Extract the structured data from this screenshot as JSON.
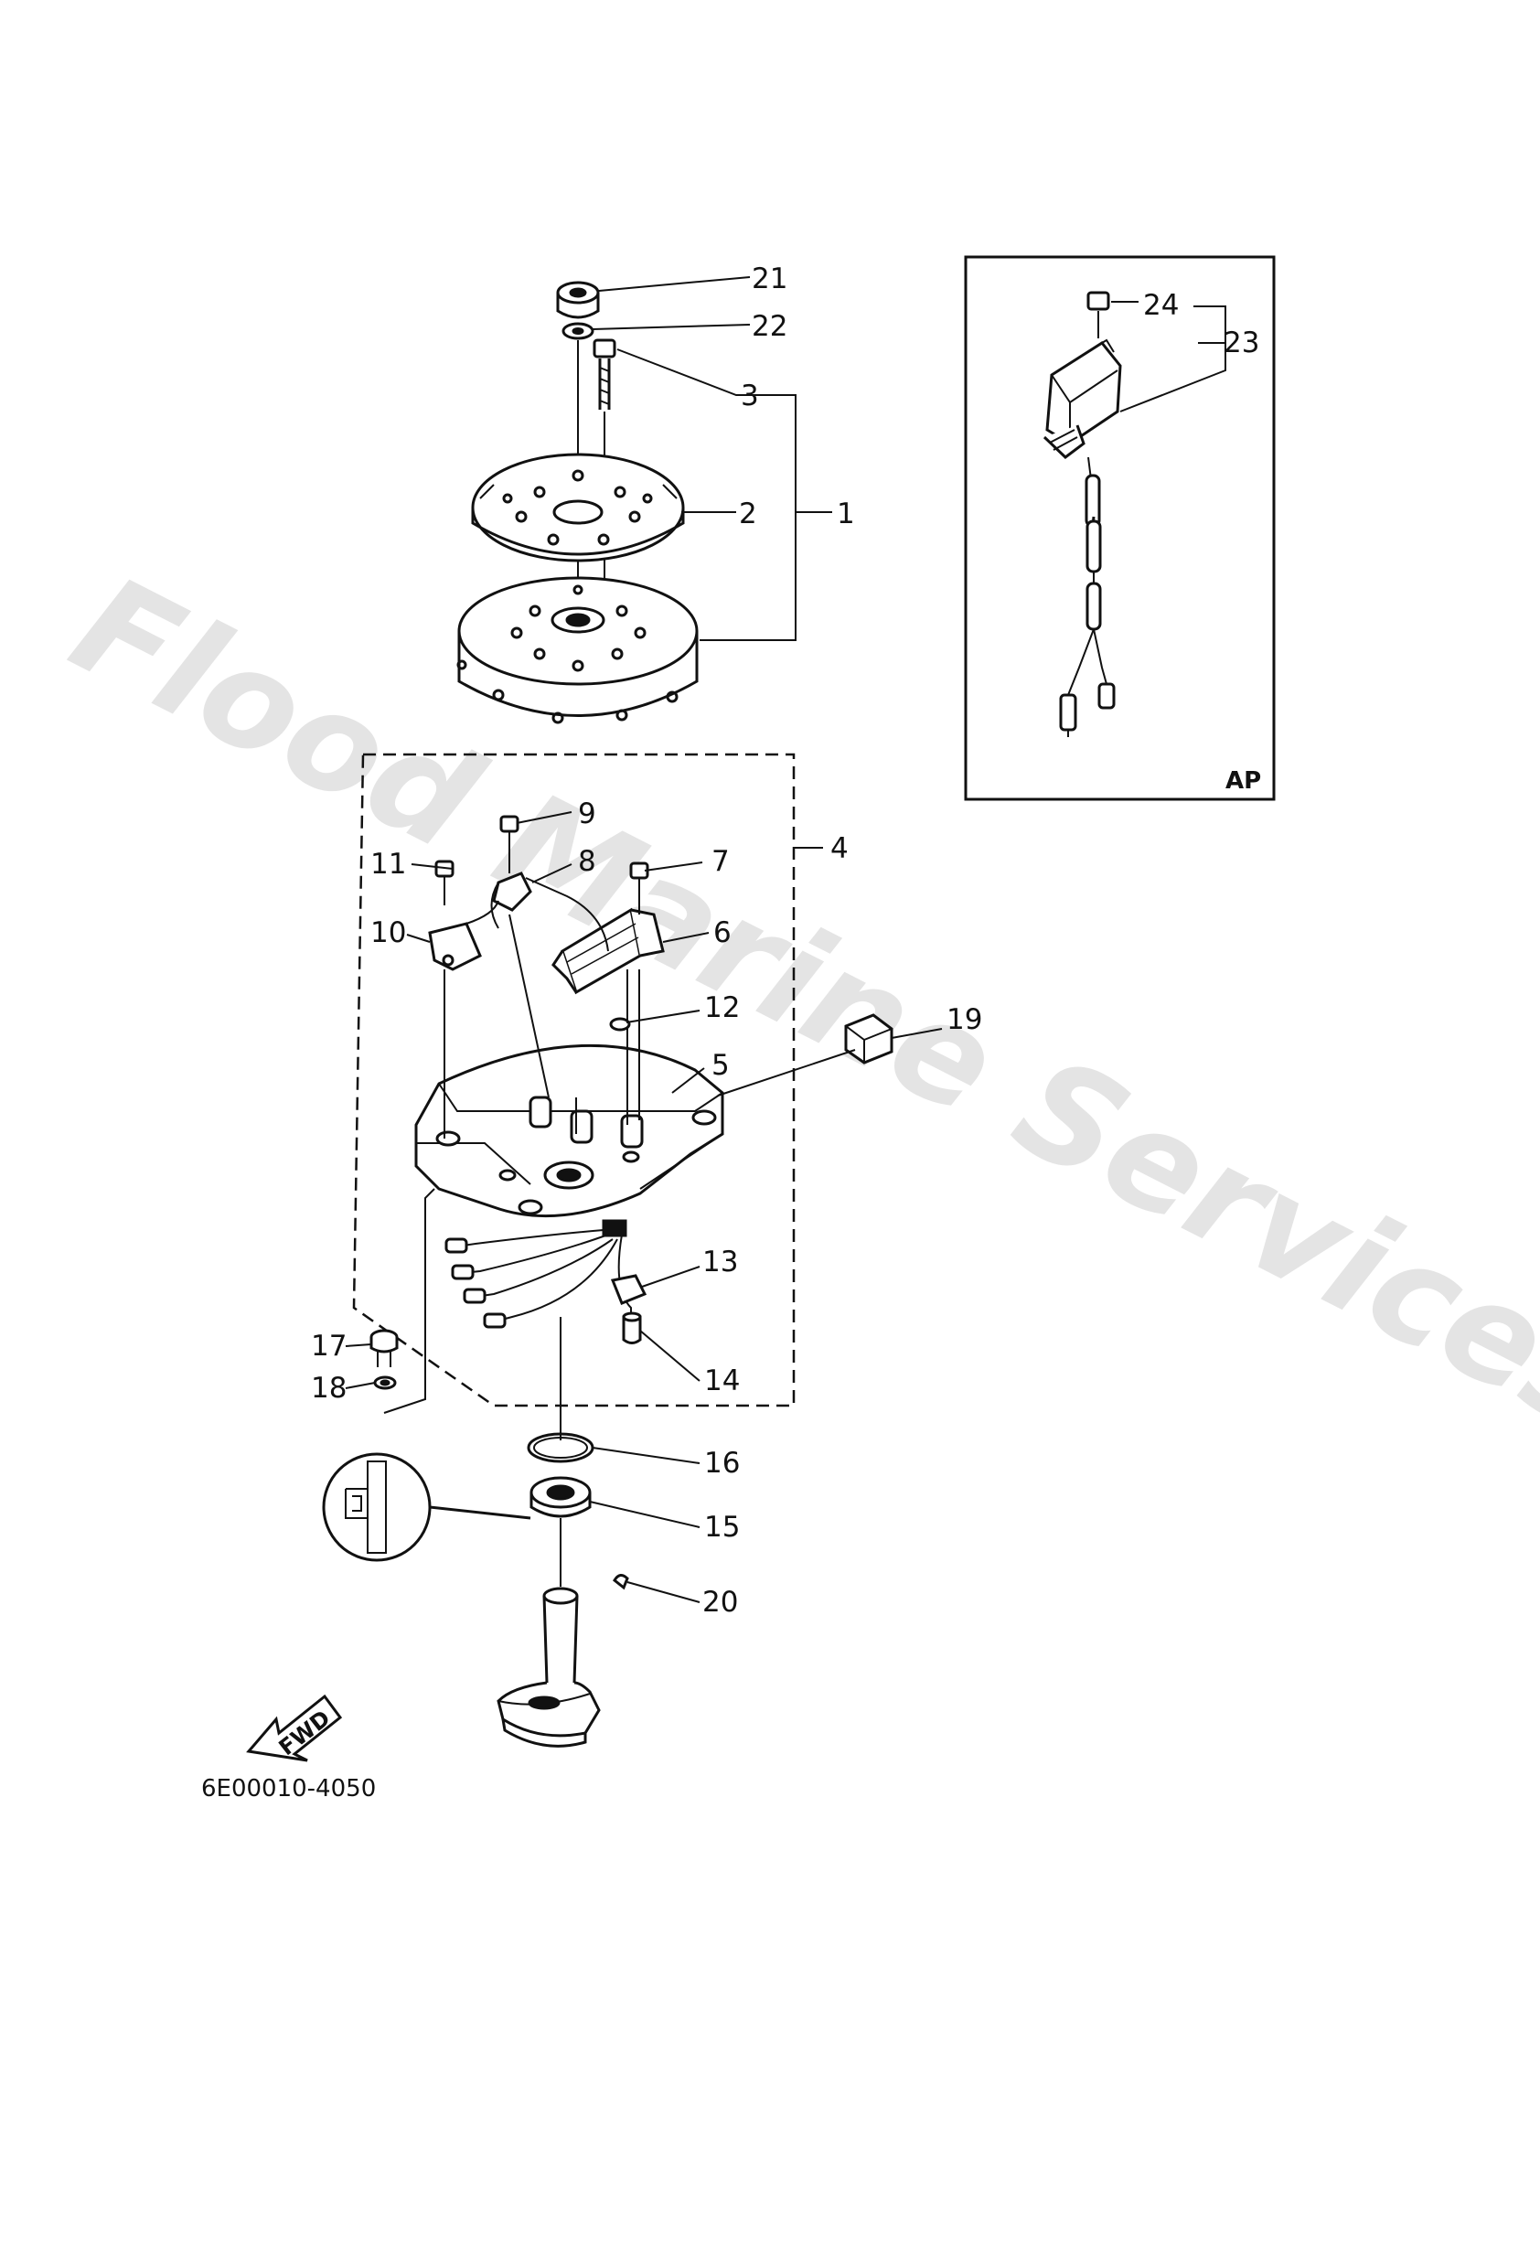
{
  "watermark": "Flood Marine Services",
  "part_number": "6E00010-4050",
  "fwd_label": "FWD",
  "inset_panel": {
    "tag": "AP"
  },
  "callouts": {
    "c1": "1",
    "c2": "2",
    "c3": "3",
    "c4": "4",
    "c5": "5",
    "c6": "6",
    "c7": "7",
    "c8": "8",
    "c9": "9",
    "c10": "10",
    "c11": "11",
    "c12": "12",
    "c13": "13",
    "c14": "14",
    "c15": "15",
    "c16": "16",
    "c17": "17",
    "c18": "18",
    "c19": "19",
    "c20": "20",
    "c21": "21",
    "c22": "22",
    "c23": "23",
    "c24": "24"
  },
  "colors": {
    "line": "#111111",
    "watermark": "#d6d6d6",
    "background": "#ffffff"
  }
}
